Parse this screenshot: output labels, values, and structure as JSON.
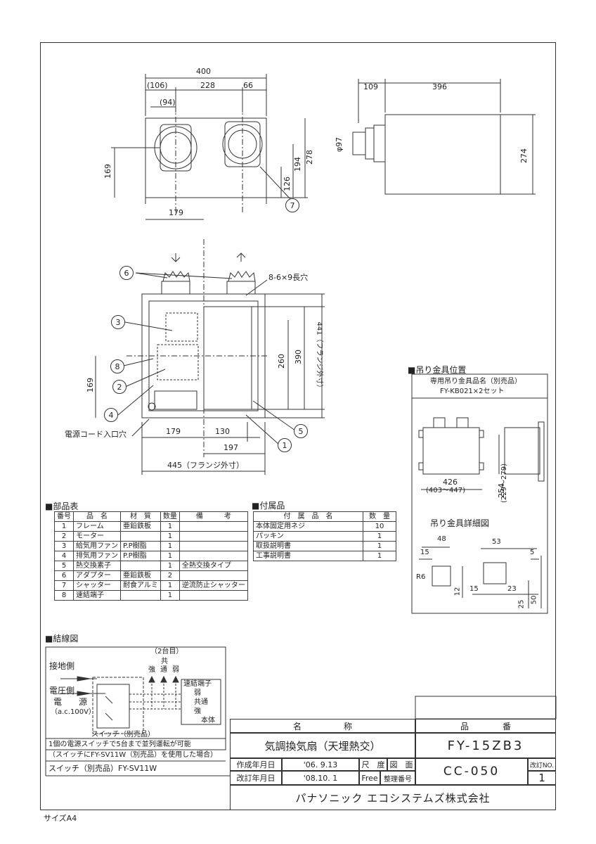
{
  "dimensions": {
    "top_width": "400",
    "top_left": "(106)",
    "top_mid": "228",
    "top_right": "66",
    "port_offset": "(94)",
    "front_height_left": "169",
    "front_126": "126",
    "front_194": "194",
    "front_278": "278",
    "front_bottom": "179",
    "side_109": "109",
    "side_396": "396",
    "side_274": "274",
    "side_phi": "φ97",
    "plan_slot": "8-6×9長穴",
    "plan_260": "260",
    "plan_390": "390",
    "plan_441": "441（フランジ外寸）",
    "plan_169": "169",
    "plan_179": "179",
    "plan_130": "130",
    "plan_197": "197",
    "plan_445": "445（フランジ外寸）",
    "power_cord": "電源コード入口穴"
  },
  "callouts": [
    "1",
    "2",
    "3",
    "4",
    "5",
    "6",
    "7",
    "8"
  ],
  "hanger": {
    "title": "■吊り金具位置",
    "header1": "専用吊り金具品名（別売品）",
    "header2": "FY-KB021×2セット",
    "dim_426": "426",
    "dim_426_range": "(403～447)",
    "dim_254": "254",
    "dim_254_range": "(229～279)",
    "detail_title": "吊り金具詳細図",
    "d48": "48",
    "d53": "53",
    "d15a": "15",
    "d5": "5",
    "r6": "R6",
    "d12": "12",
    "d15b": "15",
    "d23": "23",
    "d25": "25",
    "d50": "50"
  },
  "parts": {
    "title": "■部品表",
    "headers": [
      "番号",
      "品　名",
      "材　質",
      "数量",
      "備　　　考"
    ],
    "rows": [
      [
        "1",
        "フレーム",
        "亜鉛鉄板",
        "1",
        ""
      ],
      [
        "2",
        "モーター",
        "",
        "1",
        ""
      ],
      [
        "3",
        "給気用ファン",
        "P.P樹脂",
        "1",
        ""
      ],
      [
        "4",
        "排気用ファン",
        "P.P樹脂",
        "1",
        ""
      ],
      [
        "5",
        "熱交換素子",
        "",
        "1",
        "全熱交換タイプ"
      ],
      [
        "6",
        "アダプター",
        "亜鉛鉄板",
        "2",
        ""
      ],
      [
        "7",
        "シャッター",
        "耐食アルミ",
        "1",
        "逆流防止シャッター"
      ],
      [
        "8",
        "速結端子",
        "",
        "1",
        ""
      ]
    ]
  },
  "accessories": {
    "title": "■付属品",
    "headers": [
      "付　属　品　名",
      "数　量"
    ],
    "rows": [
      [
        "本体固定用ネジ",
        "10"
      ],
      [
        "パッキン",
        "1"
      ],
      [
        "取扱説明書",
        "1"
      ],
      [
        "工事説明書",
        "1"
      ]
    ]
  },
  "wiring": {
    "title": "■結線図",
    "two_units": "（2台目）",
    "strong": "強",
    "common": "共",
    "medium": "通",
    "weak": "弱",
    "ground": "接地側",
    "voltage": "電圧側",
    "power": "電　　源",
    "ac": "（a.c.100V）",
    "terminal": "速結端子",
    "t_weak": "弱",
    "t_common": "共通",
    "t_strong": "強",
    "body": "本体",
    "switch": "スイッチ（別売品）",
    "note1": "1個の電源スイッチで5台まで並列運転が可能",
    "note2": "（スイッチにFY-SV11W（別売品）を使用した場合）",
    "switch_model": "スイッチ（別売品）FY-SV11W"
  },
  "titleblock": {
    "name_label": "名　　　　　称",
    "model_label": "品　　　　番",
    "product_name": "気調換気扇（天埋熱交）",
    "model": "FY-15ZB3",
    "created_label": "作成年月日",
    "created_date": "'06. 9.13",
    "scale_label": "尺　度",
    "drawing_label": "図　面",
    "revised_label": "改訂年月日",
    "revised_date": "'08.10. 1",
    "scale": "Free",
    "serial_label": "整理番号",
    "drawing_no": "CC-050",
    "rev_label": "改訂NO.",
    "rev_no": "1",
    "company": "パナソニック エコシステムズ株式会社"
  },
  "size": "サイズA4"
}
